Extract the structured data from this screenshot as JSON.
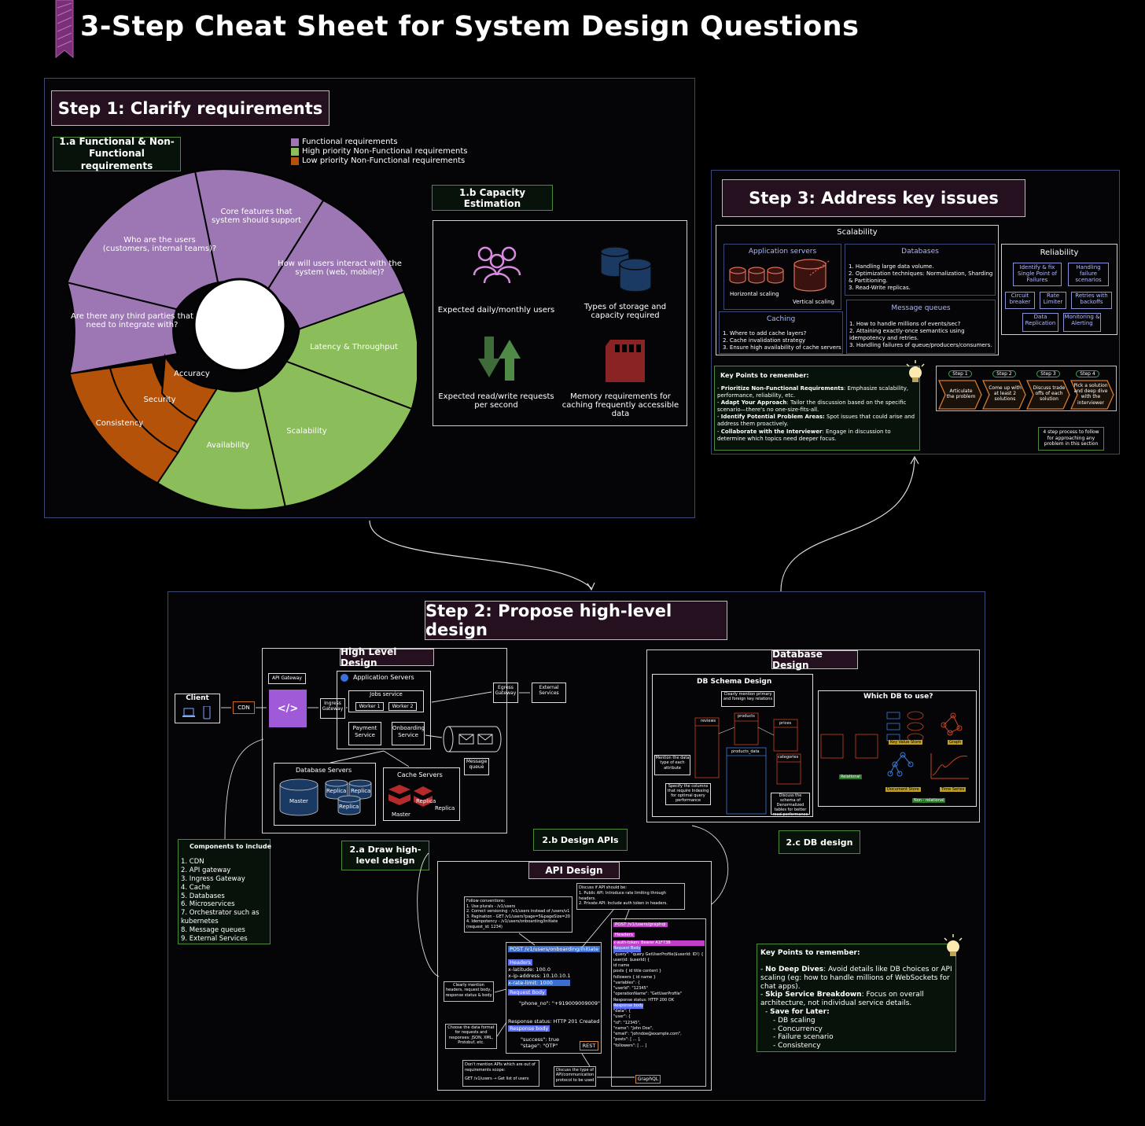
{
  "page_title": "3-Step Cheat Sheet for System Design Questions",
  "colors": {
    "functional": "#9c77b4",
    "high_nf": "#8bbd5a",
    "low_nf": "#b5520a",
    "panel_border": "#3d4a78",
    "green_border": "#4d8a3a",
    "header_bg": "#24101f"
  },
  "step1": {
    "header": "Step 1: Clarify requirements",
    "sub_a": "1.a Functional & Non-Functional requirements",
    "legend": [
      {
        "label": "Functional requirements",
        "color": "#9c77b4"
      },
      {
        "label": "High priority Non-Functional requirements",
        "color": "#8bbd5a"
      },
      {
        "label": "Low priority Non-Functional requirements",
        "color": "#b5520a"
      }
    ],
    "wheel": {
      "functional": [
        "Core features that system should support",
        "How will users interact with the system (web, mobile)?",
        "Are there any third parties that need to integrate with?",
        "Who are the users (customers, internal teams)?"
      ],
      "high": [
        "Latency & Throughput",
        "Scalability",
        "Availability"
      ],
      "low": [
        "Consistency",
        "Security",
        "Accuracy"
      ]
    },
    "sub_b": "1.b Capacity Estimation",
    "capacity": [
      "Expected daily/monthly users",
      "Types of storage and capacity required",
      "Expected read/write requests per second",
      "Memory requirements for caching frequently accessible data"
    ],
    "icons": [
      "users-icon",
      "database-icon",
      "read-write-arrows-icon",
      "memory-card-icon"
    ]
  },
  "step3": {
    "header": "Step 3: Address key issues",
    "scalability_title": "Scalability",
    "app_servers_title": "Application servers",
    "horizontal": "Horizontal scaling",
    "vertical": "Vertical scaling",
    "databases_title": "Databases",
    "databases_items": [
      "1. Handling large data volume.",
      "2. Optimization techniques: Normalization, Sharding & Partitioning.",
      "3. Read-Write replicas."
    ],
    "caching_title": "Caching",
    "caching_items": [
      "1. Where to add cache layers?",
      "2. Cache invalidation strategy",
      "3. Ensure high availability of cache servers"
    ],
    "mq_title": "Message queues",
    "mq_items": [
      "1. How to handle millions of events/sec?",
      "2. Attaining exactly-once semantics using idempotency and retries.",
      "3. Handling failures of queue/producers/consumers."
    ],
    "reliability_title": "Reliability",
    "reliability_items": [
      "Identify & fix Single Point of Failures",
      "Handling failure scenarios",
      "Circuit breaker",
      "Rate Limiter",
      "Retries with backoffs",
      "Data Replication",
      "Monitoring & Alerting"
    ],
    "keypoints_title": "Key Points to remember:",
    "keypoints": [
      {
        "b": "Prioritize Non-Functional Requirements",
        "t": ": Emphasize scalability, performance, reliability, etc."
      },
      {
        "b": "Adapt Your Approach",
        "t": ": Tailor the discussion based on the specific scenario—there's no one-size-fits-all."
      },
      {
        "b": "Identify Potential Problem Areas:",
        "t": " Spot issues that could arise and address them proactively."
      },
      {
        "b": "Collaborate with the Interviewer",
        "t": ": Engage in discussion to determine which topics need deeper focus."
      }
    ],
    "steps": [
      {
        "label": "Step 1",
        "text": "Articulate the problem"
      },
      {
        "label": "Step 2",
        "text": "Come up with at least 2 solutions"
      },
      {
        "label": "Step 3",
        "text": "Discuss trade offs of each solution"
      },
      {
        "label": "Step 4",
        "text": "Pick a solution and deep dive with the interviewer"
      }
    ],
    "steps_note": "4 step process to follow for approaching any problem in this section"
  },
  "step2": {
    "header": "Step 2: Propose high-level design",
    "hld": {
      "title": "High Level Design",
      "client": "Client",
      "cdn": "CDN",
      "api_gateway": "API Gateway",
      "ingress": "Ingress Gateway",
      "app_servers": "Application Servers",
      "jobs": "Jobs service",
      "worker1": "Worker 1",
      "worker2": "Worker 2",
      "payment": "Payment Service",
      "onboarding": "Onboarding Service",
      "egress": "Egress Gateway",
      "external": "External Services",
      "mq": "Message queue",
      "db_servers": "Database Servers",
      "master": "Master",
      "replica": "Replica",
      "cache_servers": "Cache Servers"
    },
    "components_title": "Components to include",
    "components": [
      "1. CDN",
      "2. API gateway",
      "3. Ingress Gateway",
      "4. Cache",
      "5. Databases",
      "6. Microservices",
      "7. Orchestrator such as kubernetes",
      "8. Message queues",
      "9. External Services"
    ],
    "label_2a": "2.a Draw high-level design",
    "label_2b": "2.b Design APIs",
    "label_2c": "2.c DB design",
    "api": {
      "title": "API Design",
      "conventions_title": "Follow conventions:",
      "conventions": [
        "1. Use plurals - /v1/users",
        "2. Correct versioning - /v1/users instead of /users/v1",
        "3. Pagination - GET /v1/users?page=5&pageSize=20",
        "4. Idempotency - /v1/users/onboarding/initiate (request_id: 1234)"
      ],
      "public_private": [
        "Discuss if API should be:",
        "1. Public API: Introduce rate limiting through headers.",
        "2. Private API: Include auth token in headers."
      ],
      "rest_endpoint": "POST /v1/users/onboarding/initiate",
      "headers": "Headers",
      "rest_lines": [
        "x-latitude: 100.0",
        "x-ip-address: 10.10.10.1",
        "x-rate-limit: 1000"
      ],
      "request_body": "Request Body",
      "phone": "\"phone_no\": \"+919009009009\"",
      "response_status": "Response status: HTTP 201 Created",
      "response_body": "Response body",
      "resp_lines": [
        "\"success\": true",
        "\"stage\": \"OTP\""
      ],
      "rest": "REST",
      "graphql": "GraphQL",
      "gql_endpoint": "POST /v1/users/graphql",
      "gql_lines": [
        "x-auth-token: Bearer A1F73B",
        "\"query\": \"query GetUserProfile($userId: ID!) {",
        "user(id: $userId) {",
        "id name",
        "posts { id title content }",
        "followers { id name }",
        "\"variables\": {",
        "\"userId\": \"12345\"",
        "\"operationName\": \"GetUserProfile\"",
        "Response status: HTTP 200 OK",
        "\"data\": {",
        "\"user\": {",
        "\"id\": \"12345\",",
        "\"name\": \"John Doe\",",
        "\"email\": \"johndoe@example.com\",",
        "\"posts\": [ ... ],",
        "\"followers\": [ ... ]"
      ],
      "notes": [
        "Clearly mention headers, request body, response status & body",
        "Choose the data format for requests and responses: JSON, XML, Protobuf, etc.",
        "Don't mention APIs which are out of requirements scope:",
        "GET /v1/users → Get list of users",
        "Discuss the type of API/communication protocol to be used"
      ]
    },
    "db": {
      "title": "Database Design",
      "schema_title": "DB Schema Design",
      "schema_note1": "Clearly mention primary and foreign key relations",
      "schema_note2": "Mention the data type of each attribute",
      "schema_note3": "Specify the columns that require Indexing for optimal query performance",
      "schema_note4": "Discuss the schema of Denormalized tables for better read performance",
      "tables": [
        "reviews",
        "products",
        "prices",
        "products_data",
        "categories"
      ],
      "which_title": "Which DB to use?",
      "which_labels": [
        "Relational",
        "Key Value Store",
        "Graph",
        "Document Store",
        "Time Series",
        "Non - relational"
      ]
    },
    "keypoints_title": "Key Points to remember:",
    "keypoints": [
      {
        "b": "No Deep Dives",
        "t": ": Avoid details like DB choices or API scaling (eg: how to handle millions of WebSockets for chat apps)."
      },
      {
        "b": "Skip Service Breakdown",
        "t": ": Focus on overall architecture, not individual service details."
      },
      {
        "b": "Save for Later:",
        "t": ""
      }
    ],
    "later": [
      "- DB scaling",
      "- Concurrency",
      "- Failure scenario",
      "- Consistency"
    ]
  }
}
